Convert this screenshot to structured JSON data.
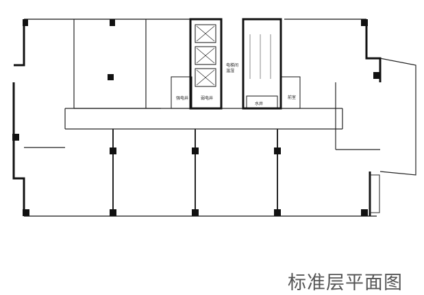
{
  "title": "标准层平面图",
  "rooms": {
    "elevator_hall": "电梯间",
    "elevator_hall_area": "温湿",
    "strong_electric_shaft": "强电井",
    "weak_electric_shaft": "弱电井",
    "water_shaft": "水井",
    "front_room": "前室"
  },
  "colors": {
    "wall": "#111111",
    "line": "#333333",
    "title": "#555555"
  }
}
